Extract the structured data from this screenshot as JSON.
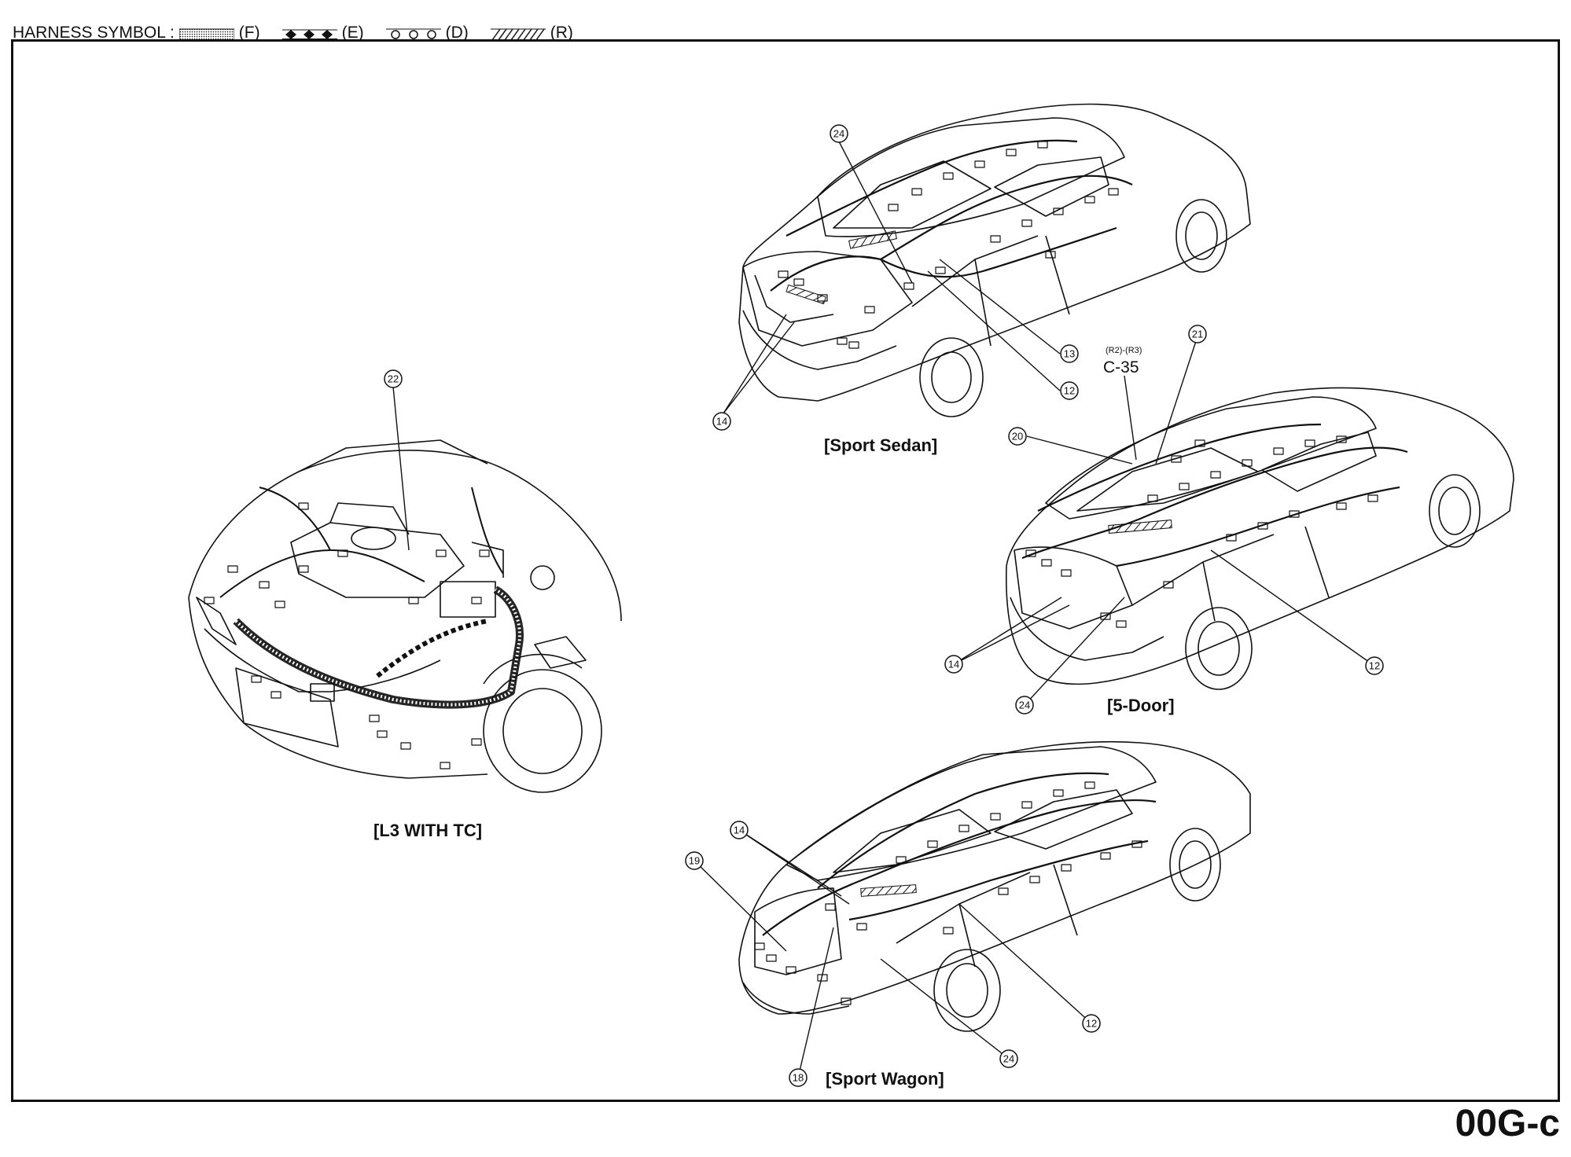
{
  "legend": {
    "title": "HARNESS SYMBOL :",
    "items": [
      {
        "code": "(F)",
        "style": "dotted"
      },
      {
        "code": "(E)",
        "style": "diamonds"
      },
      {
        "code": "(D)",
        "style": "circles"
      },
      {
        "code": "(R)",
        "style": "hatched"
      }
    ]
  },
  "views": [
    {
      "label": "[Sport Sedan]",
      "callouts": [
        "24",
        "13",
        "12",
        "14"
      ]
    },
    {
      "label": "[L3 WITH TC]",
      "callouts": [
        "22"
      ]
    },
    {
      "label": "[5-Door]",
      "callouts": [
        "21",
        "20",
        "14",
        "24",
        "12"
      ]
    },
    {
      "label": "[Sport Wagon]",
      "callouts": [
        "14",
        "19",
        "12",
        "24",
        "18"
      ]
    }
  ],
  "connector_note": {
    "line1": "(R2)-(R3)",
    "line2": "C-35"
  },
  "page_code": "00G-c",
  "colors": {
    "ink": "#111111",
    "paper": "#ffffff"
  }
}
